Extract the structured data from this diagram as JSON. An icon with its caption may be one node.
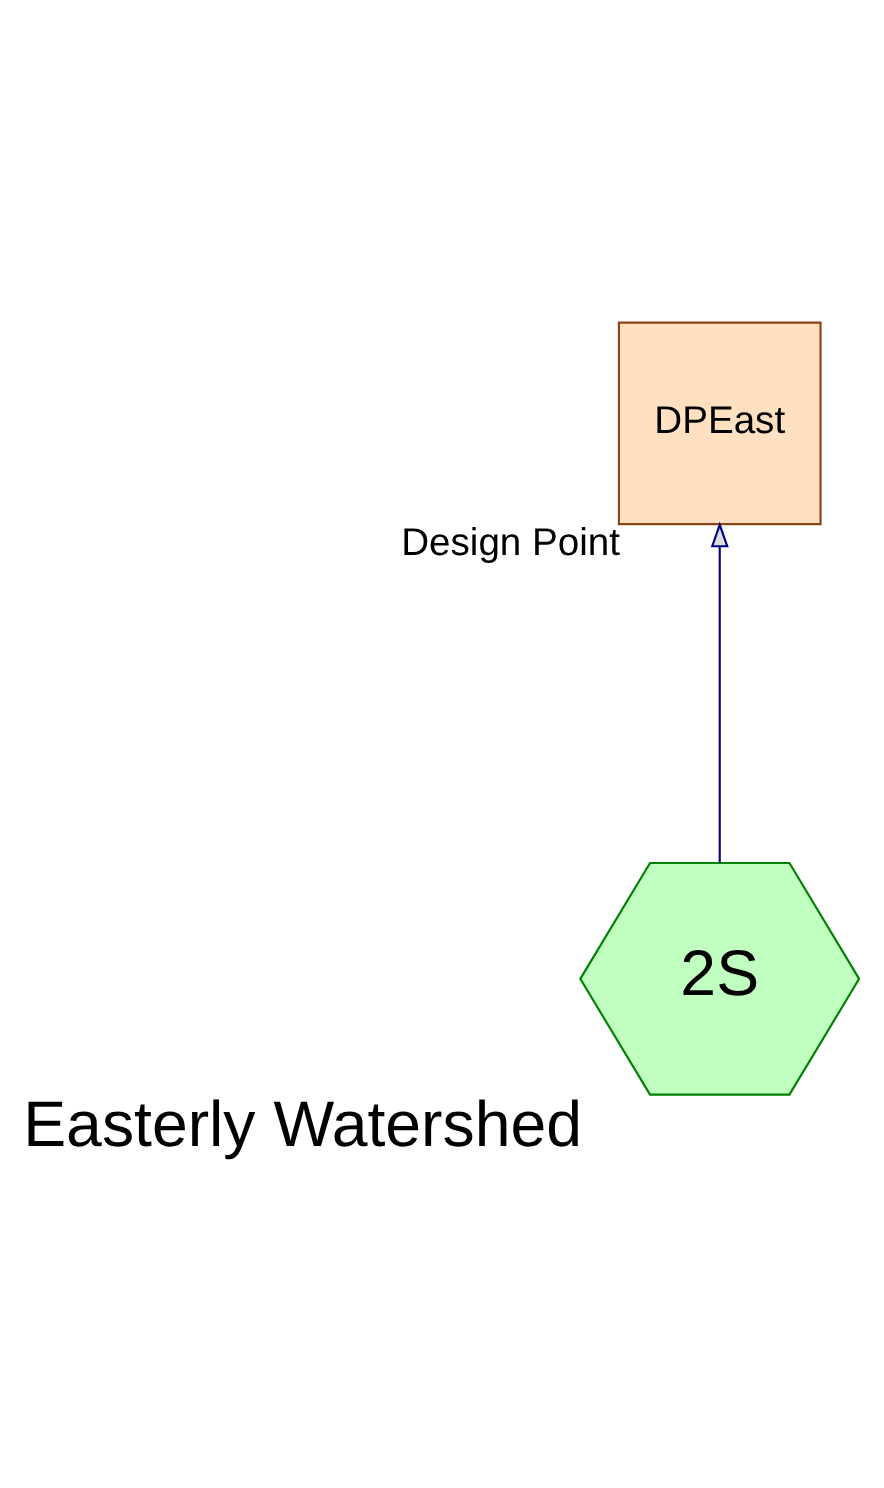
{
  "diagram": {
    "nodes": [
      {
        "text": [
          "DPEast"
        ],
        "beside": [
          "Design Point"
        ]
      },
      {
        "text": [
          "2S"
        ],
        "beside": [
          "Easterly Watershed"
        ]
      }
    ],
    "edges": [
      {
        "from": 1,
        "to": 0,
        "arrow": "to"
      }
    ]
  }
}
